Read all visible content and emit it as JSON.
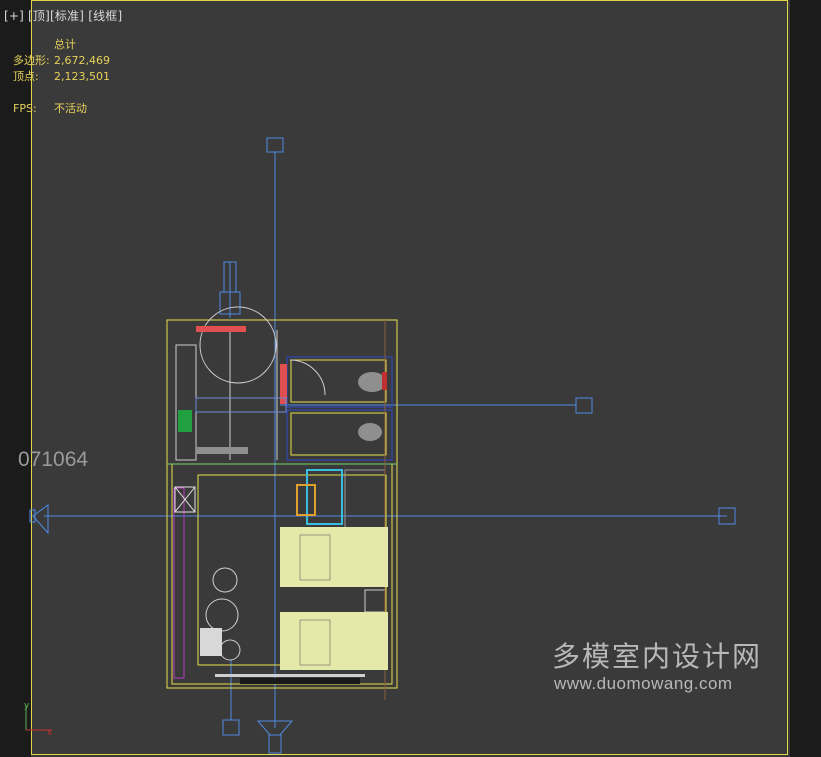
{
  "viewport": {
    "label_parts": [
      "[+]",
      "[顶]",
      "[标准]",
      "[线框]"
    ]
  },
  "stats": {
    "header": "总计",
    "polygons_label": "多边形:",
    "polygons_value": "2,672,469",
    "vertices_label": "顶点:",
    "vertices_value": "2,123,501",
    "fps_label": "FPS:",
    "fps_value": "不活动"
  },
  "watermark": {
    "id": "071064",
    "brand_cn": "多模室内设计网",
    "brand_url": "www.duomowang.com"
  },
  "colors": {
    "viewport_bg": "#3a3a3a",
    "frame": "#e3d84a",
    "stats_text": "#e6d15a",
    "light_lines": "#4f8be0",
    "floor_plan_outline": "#e8e04a",
    "bed_fill": "#e4e8a8"
  },
  "icons": [
    "axis-gizmo-icon",
    "camera-icon",
    "light-target-icon"
  ]
}
